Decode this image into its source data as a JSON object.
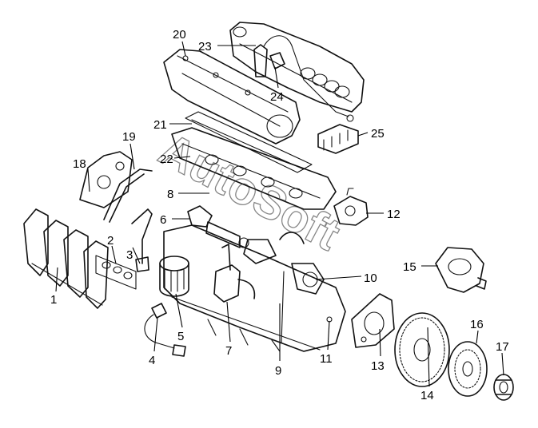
{
  "watermark": "AutoSoft",
  "callouts": [
    {
      "id": 1,
      "label": "1"
    },
    {
      "id": 2,
      "label": "2"
    },
    {
      "id": 3,
      "label": "3"
    },
    {
      "id": 4,
      "label": "4"
    },
    {
      "id": 5,
      "label": "5"
    },
    {
      "id": 6,
      "label": "6"
    },
    {
      "id": 7,
      "label": "7"
    },
    {
      "id": 8,
      "label": "8"
    },
    {
      "id": 9,
      "label": "9"
    },
    {
      "id": 10,
      "label": "10"
    },
    {
      "id": 11,
      "label": "11"
    },
    {
      "id": 12,
      "label": "12"
    },
    {
      "id": 13,
      "label": "13"
    },
    {
      "id": 14,
      "label": "14"
    },
    {
      "id": 15,
      "label": "15"
    },
    {
      "id": 16,
      "label": "16"
    },
    {
      "id": 17,
      "label": "17"
    },
    {
      "id": 18,
      "label": "18"
    },
    {
      "id": 19,
      "label": "19"
    },
    {
      "id": 20,
      "label": "20"
    },
    {
      "id": 21,
      "label": "21"
    },
    {
      "id": 22,
      "label": "22"
    },
    {
      "id": 23,
      "label": "23"
    },
    {
      "id": 24,
      "label": "24"
    },
    {
      "id": 25,
      "label": "25"
    }
  ]
}
